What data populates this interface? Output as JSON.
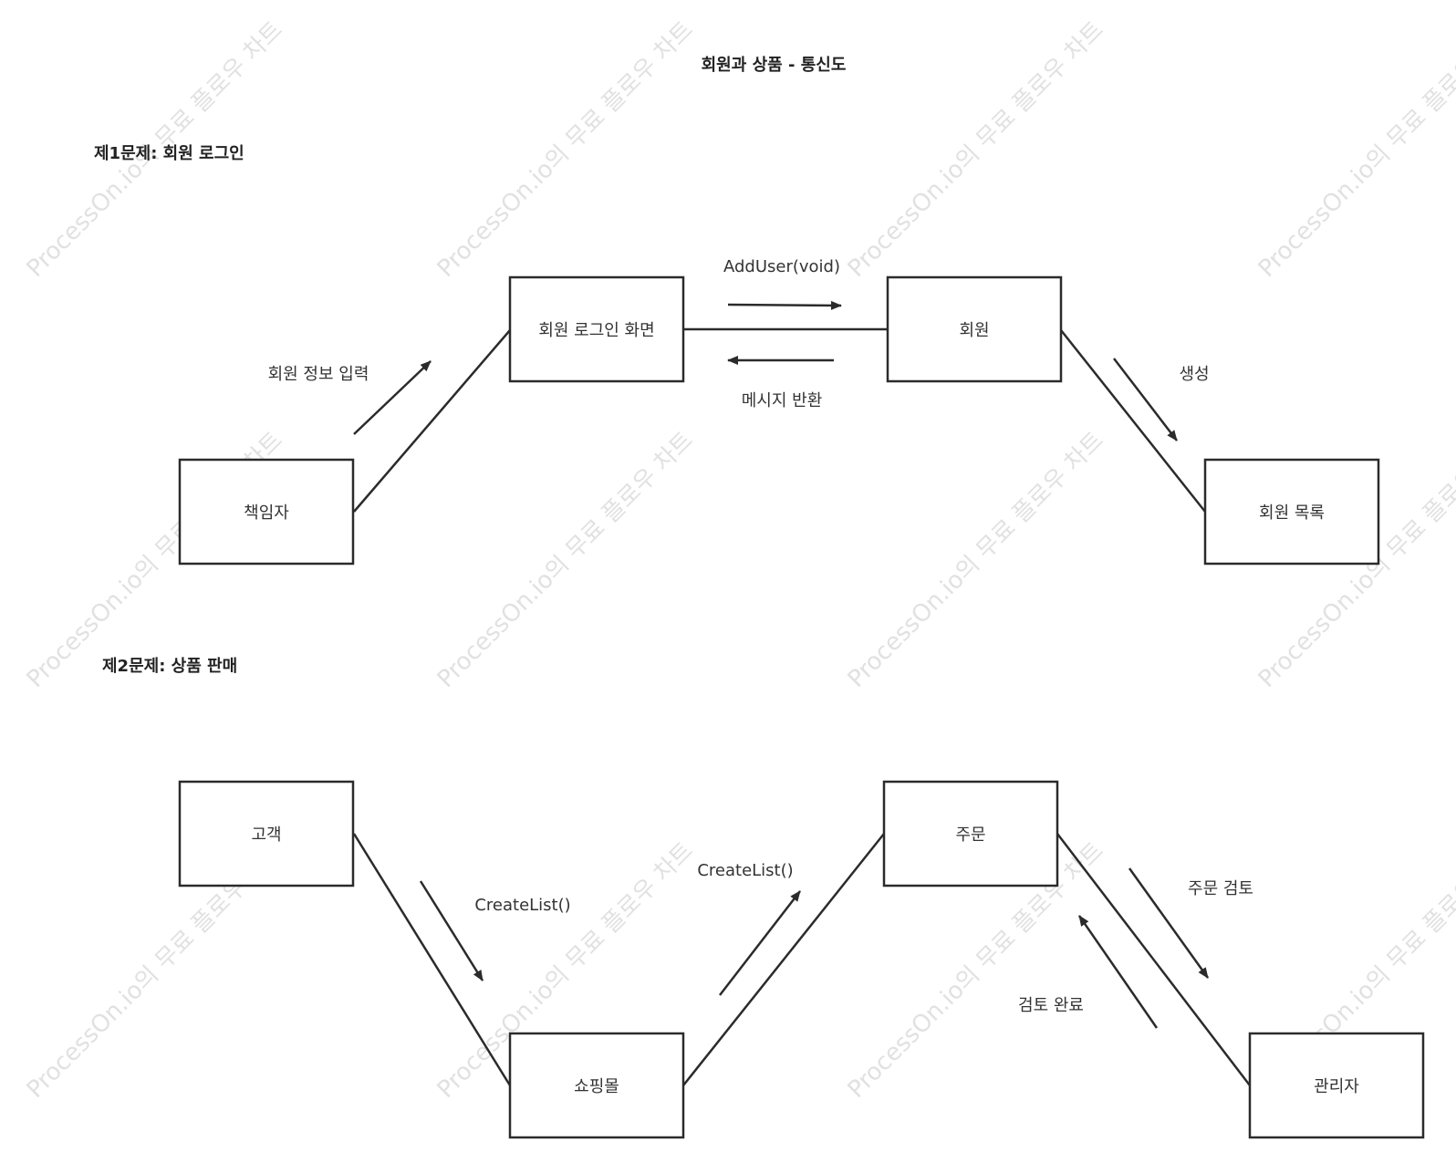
{
  "title": "회원과 상품 - 통신도",
  "colors": {
    "line": "#2b2b2b",
    "text": "#333333",
    "watermark": "#d9d9d9",
    "background": "#ffffff"
  },
  "watermark_text": "ProcessOn.io의 무료 플로우 차트",
  "sections": [
    {
      "label": "제1문제: 회원 로그인",
      "nodes": [
        {
          "id": "responsible",
          "label": "책임자"
        },
        {
          "id": "login-screen",
          "label": "회원 로그인 화면"
        },
        {
          "id": "member",
          "label": "회원"
        },
        {
          "id": "member-list",
          "label": "회원 목록"
        }
      ],
      "messages": [
        {
          "label": "회원 정보 입력"
        },
        {
          "label": "AddUser(void)"
        },
        {
          "label": "메시지 반환"
        },
        {
          "label": "생성"
        }
      ]
    },
    {
      "label": "제2문제: 상품 판매",
      "nodes": [
        {
          "id": "customer",
          "label": "고객"
        },
        {
          "id": "mall",
          "label": "쇼핑몰"
        },
        {
          "id": "order",
          "label": "주문"
        },
        {
          "id": "admin",
          "label": "관리자"
        }
      ],
      "messages": [
        {
          "label": "CreateList()"
        },
        {
          "label": "CreateList()"
        },
        {
          "label": "주문 검토"
        },
        {
          "label": "검토 완료"
        }
      ]
    }
  ]
}
